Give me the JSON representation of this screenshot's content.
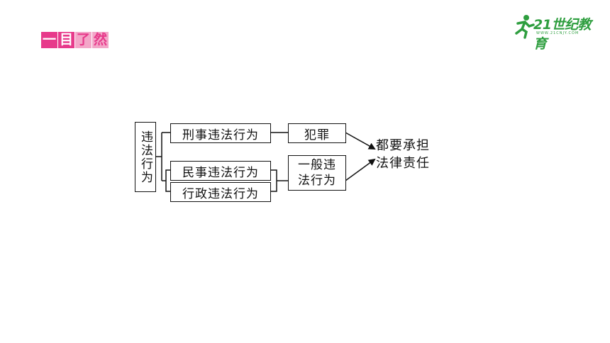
{
  "header": {
    "badge_chars": [
      "一",
      "目",
      "了",
      "然"
    ]
  },
  "logo": {
    "text": "21世纪教育",
    "subtext": "WWW.21CNJY.COM",
    "icon": "running-person-icon"
  },
  "diagram": {
    "root": "违法行为",
    "criminal": "刑事违法行为",
    "civil": "民事违法行为",
    "administrative": "行政违法行为",
    "crime": "犯罪",
    "general_line1": "一般违",
    "general_line2": "法行为",
    "result_line1": "都要承担",
    "result_line2": "法律责任"
  },
  "colors": {
    "accent": "#e73a8b",
    "accent_light": "#f3a6c8",
    "logo_green": "#2e9e3f"
  }
}
